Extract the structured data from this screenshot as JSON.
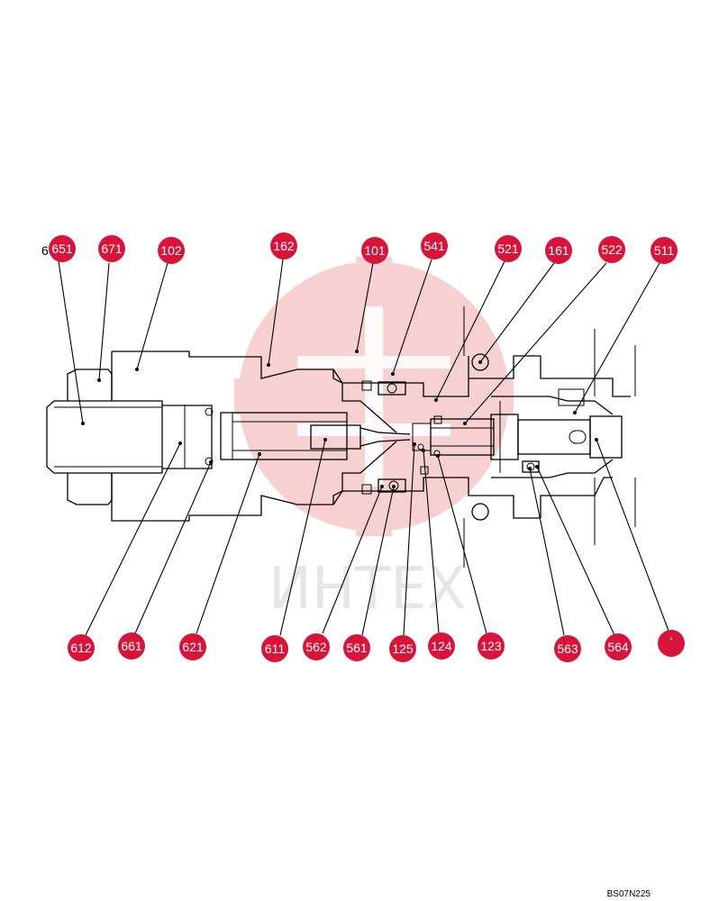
{
  "watermark": {
    "text": "ИНТЕХ"
  },
  "stray_glyph": "6",
  "drawing_code": "BS07N225",
  "callouts_top": [
    "651",
    "671",
    "102",
    "162",
    "101",
    "541",
    "521",
    "161",
    "522",
    "511"
  ],
  "callouts_bottom": [
    "612",
    "661",
    "621",
    "611",
    "562",
    "561",
    "125",
    "124",
    "123",
    "563",
    "564",
    "'"
  ],
  "colors": {
    "callout": "#d8143a",
    "watermark": "#f6c9c9",
    "line": "#000000"
  }
}
